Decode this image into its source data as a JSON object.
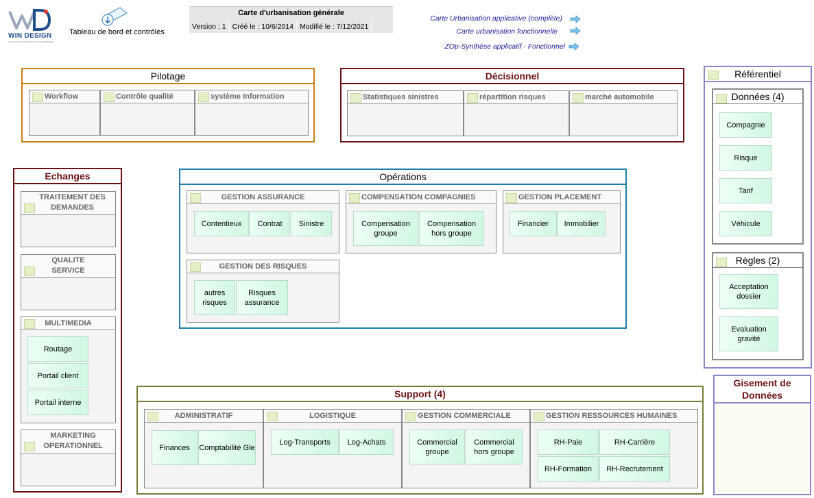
{
  "header": {
    "logo_text": "WIN DESIGN",
    "logo_subtext": "SOLUTION DE MODÉLISATION D'ENTREPRISE",
    "dashboard_label": "Tableau de bord et contrôles",
    "title": "Carte d'urbanisation générale",
    "version": "Version : 1",
    "created": "Créé le : 10/6/2014",
    "modified": "Modifié le : 7/12/2021",
    "links": [
      "Carte Urbanisation applicative (complète)",
      "Carte urbanisation fonctionnelle",
      "ZOp-Synthèse applicatif - Fonctionnel"
    ]
  },
  "colors": {
    "pilotage": "#cc7a10",
    "decisionnel": "#6b1010",
    "referentiel": "#8a86c8",
    "echanges": "#6b1010",
    "operations": "#1f7ea8",
    "support": "#7a7a3a",
    "gisement": "#8a86c8"
  },
  "pilotage": {
    "title": "Pilotage",
    "boxes": [
      "Workflow",
      "Contrôle qualité",
      "système Information"
    ]
  },
  "decisionnel": {
    "title": "Décisionnel",
    "boxes": [
      "Statistiques sinistres",
      "répartition risques",
      "marché automobile"
    ]
  },
  "referentiel": {
    "title": "Référentiel",
    "donnees": {
      "title": "Données (4)",
      "items": [
        "Compagnie",
        "Risque",
        "Tarif",
        "Véhicule"
      ]
    },
    "regles": {
      "title": "Règles (2)",
      "items": [
        "Acceptation dossier",
        "Evaluation gravité"
      ]
    }
  },
  "echanges": {
    "title": "Echanges",
    "traitement": "TRAITEMENT DES DEMANDES",
    "qualite": "QUALITE SERVICE",
    "multimedia": {
      "title": "MULTIMEDIA",
      "items": [
        "Routage",
        "Portail client",
        "Portail interne"
      ]
    },
    "marketing": "MARKETING OPERATIONNEL"
  },
  "operations": {
    "title": "Opérations",
    "gestion_assurance": {
      "title": "GESTION ASSURANCE",
      "items": [
        "Contentieux",
        "Contrat",
        "Sinistre"
      ]
    },
    "compensation": {
      "title": "COMPENSATION COMPAGNIES",
      "items": [
        "Compensation groupe",
        "Compensation hors groupe"
      ]
    },
    "placement": {
      "title": "GESTION PLACEMENT",
      "items": [
        "Financier",
        "Immobilier"
      ]
    },
    "risques": {
      "title": "GESTION DES RISQUES",
      "items": [
        "autres risques",
        "Risques assurance"
      ]
    }
  },
  "support": {
    "title": "Support (4)",
    "administratif": {
      "title": "ADMINISTRATIF",
      "items": [
        "Finances",
        "Comptabilité Gle"
      ]
    },
    "logistique": {
      "title": "LOGISTIQUE",
      "items": [
        "Log-Transports",
        "Log-Achats"
      ]
    },
    "commerciale": {
      "title": "GESTION COMMERCIALE",
      "items": [
        "Commercial groupe",
        "Commercial hors groupe"
      ]
    },
    "rh": {
      "title": "GESTION RESSOURCES HUMAINES",
      "items": [
        "RH-Paie",
        "RH-Carrière",
        "RH-Formation",
        "RH-Recrutement"
      ]
    }
  },
  "gisement": {
    "title": "Gisement de Données"
  }
}
